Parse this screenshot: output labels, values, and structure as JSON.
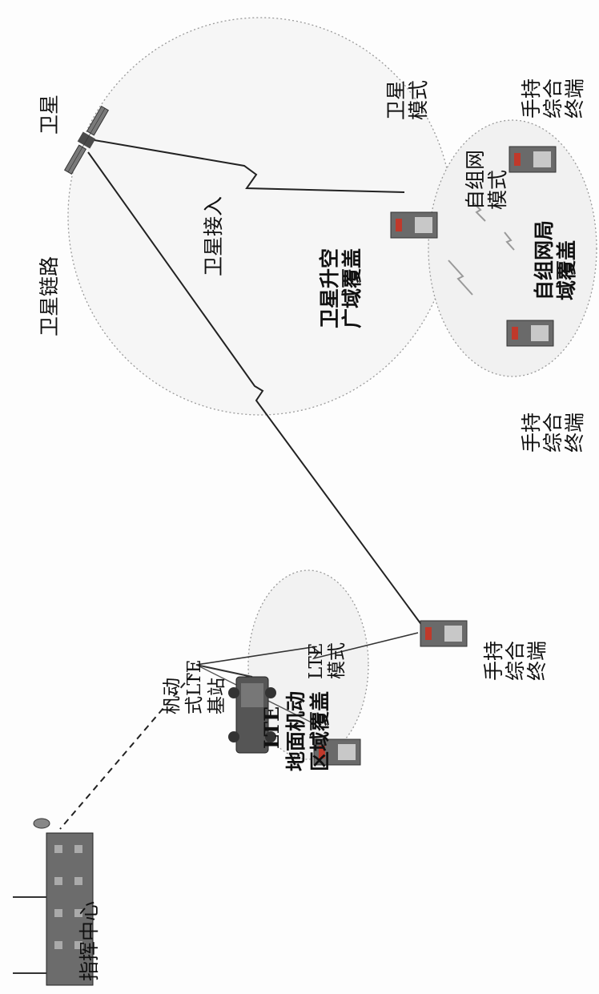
{
  "labels": {
    "satellite": "卫星",
    "satellite_link": "卫星链路",
    "satellite_access": "卫星接入",
    "satellite_mode": [
      "卫星",
      "模式"
    ],
    "satellite_coverage": [
      "卫星升空",
      "广域覆盖"
    ],
    "adhoc_mode": [
      "自组网",
      "模式"
    ],
    "adhoc_coverage": [
      "自组网局",
      "域覆盖"
    ],
    "terminal_top_right": [
      "手持",
      "综合",
      "终端"
    ],
    "terminal_right_mid": [
      "手持",
      "综合",
      "终端"
    ],
    "terminal_lte_right": [
      "手持",
      "综合",
      "终端"
    ],
    "lte_mode": [
      "LTE",
      "模式"
    ],
    "mobile_lte_station": [
      "机动",
      "式LTE",
      "基站"
    ],
    "lte_coverage": [
      "LTE",
      "地面机动",
      "区域覆盖"
    ],
    "command_center": "指挥中心"
  },
  "colors": {
    "line": "#222222",
    "ellipse_stroke": "#9a9a9a",
    "ellipse_fill": "#f4f4f4",
    "device_body": "#5a5a5a",
    "device_accent": "#c0392b"
  },
  "icons": [
    "satellite-icon",
    "handheld-terminal-icon",
    "mobile-lte-vehicle-icon",
    "command-center-building-icon",
    "lightning-link-icon"
  ]
}
